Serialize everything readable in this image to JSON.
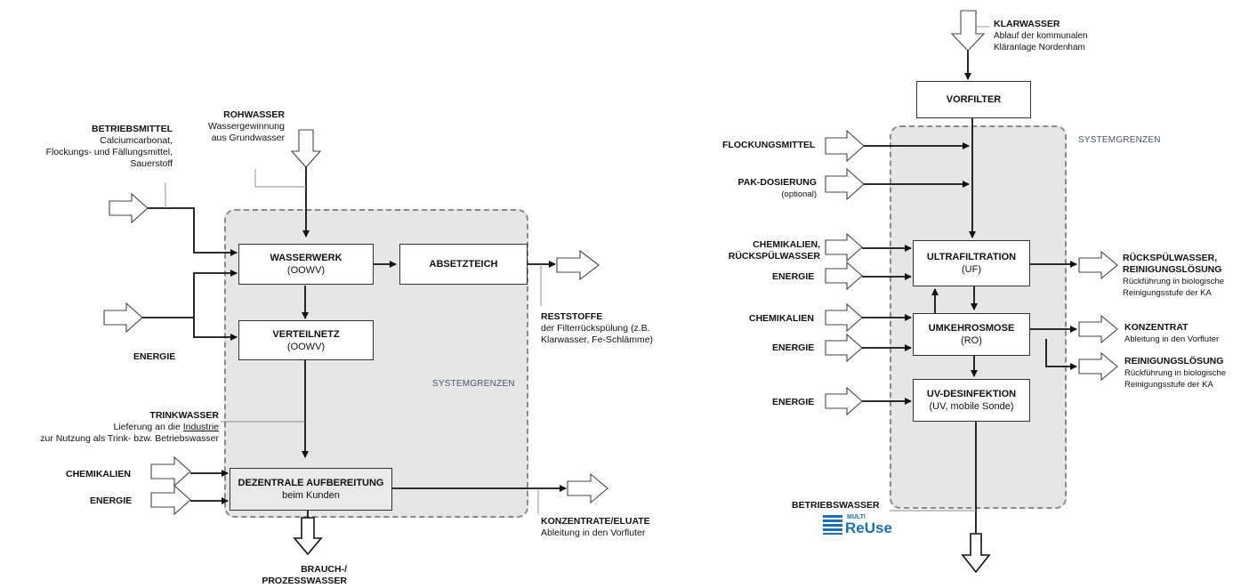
{
  "left": {
    "system_label": "SYSTEMGRENZEN",
    "boxes": {
      "wasserwerk": {
        "title": "WASSERWERK",
        "sub": "(OOWV)"
      },
      "absetzteich": {
        "title": "ABSETZTEICH"
      },
      "verteilnetz": {
        "title": "VERTEILNETZ",
        "sub": "(OOWV)"
      },
      "dezentral": {
        "title": "DEZENTRALE AUFBEREITUNG",
        "sub": "beim Kunden"
      }
    },
    "labels": {
      "betriebsmittel": {
        "title": "BETRIEBSMITTEL",
        "lines": [
          "Calciumcarbonat,",
          "Flockungs- und Fällungsmittel,",
          "Sauerstoff"
        ]
      },
      "rohwasser": {
        "title": "ROHWASSER",
        "lines": [
          "Wassergewinnung",
          "aus Grundwasser"
        ]
      },
      "energie": "ENERGIE",
      "reststoffe": {
        "title": "RESTSTOFFE",
        "lines": [
          "der Filterrückspülung (z.B.",
          "Klarwasser, Fe-Schlämme)"
        ]
      },
      "trinkwasser": {
        "title": "TRINKWASSER",
        "line1_prefix": "Lieferung an die ",
        "line1_link": "Industrie",
        "line2": "zur Nutzung als Trink- bzw. Betriebswasser"
      },
      "chemikalien": "CHEMIKALIEN",
      "energie2": "ENERGIE",
      "konzentrate": {
        "title": "KONZENTRATE/ELUATE",
        "line": "Ableitung in den Vorfluter"
      },
      "brauch": {
        "line1": "BRAUCH-/",
        "line2": "PROZESSWASSER"
      }
    }
  },
  "right": {
    "system_label": "SYSTEMGRENZEN",
    "boxes": {
      "vorfilter": {
        "title": "VORFILTER"
      },
      "uf": {
        "title": "ULTRAFILTRATION",
        "sub": "(UF)"
      },
      "ro": {
        "title": "UMKEHROSMOSE",
        "sub": "(RO)"
      },
      "uv": {
        "title": "UV-DESINFEKTION",
        "sub": "(UV, mobile Sonde)"
      }
    },
    "labels": {
      "klarwasser": {
        "title": "KLARWASSER",
        "lines": [
          "Ablauf der kommunalen",
          "Kläranlage Nordenham"
        ]
      },
      "flockungsmittel": "FLOCKUNGSMITTEL",
      "pak": {
        "title": "PAK-DOSIERUNG",
        "sub": "(optional)"
      },
      "chem_rueck": {
        "line1": "CHEMIKALIEN,",
        "line2": "RÜCKSPÜLWASSER"
      },
      "energie_uf": "ENERGIE",
      "chemikalien_ro": "CHEMIKALIEN",
      "energie_ro": "ENERGIE",
      "energie_uv": "ENERGIE",
      "rueckspuelwasser": {
        "line1": "RÜCKSPÜLWASSER,",
        "line2": "REINIGUNGSLÖSUNG",
        "sub1": "Rückführung in biologische",
        "sub2": "Reinigungsstufe der KA"
      },
      "konzentrat": {
        "title": "KONZENTRAT",
        "sub": "Ableitung in den Vorfluter"
      },
      "reinigungsloesung": {
        "title": "REINIGUNGSLÖSUNG",
        "sub1": "Rückführung in biologische",
        "sub2": "Reinigungsstufe der KA"
      },
      "betriebswasser": "BETRIEBSWASSER"
    },
    "logo": {
      "top": "MULTI",
      "brand": "ReUse",
      "brand_color": "#1c6fb8"
    }
  }
}
